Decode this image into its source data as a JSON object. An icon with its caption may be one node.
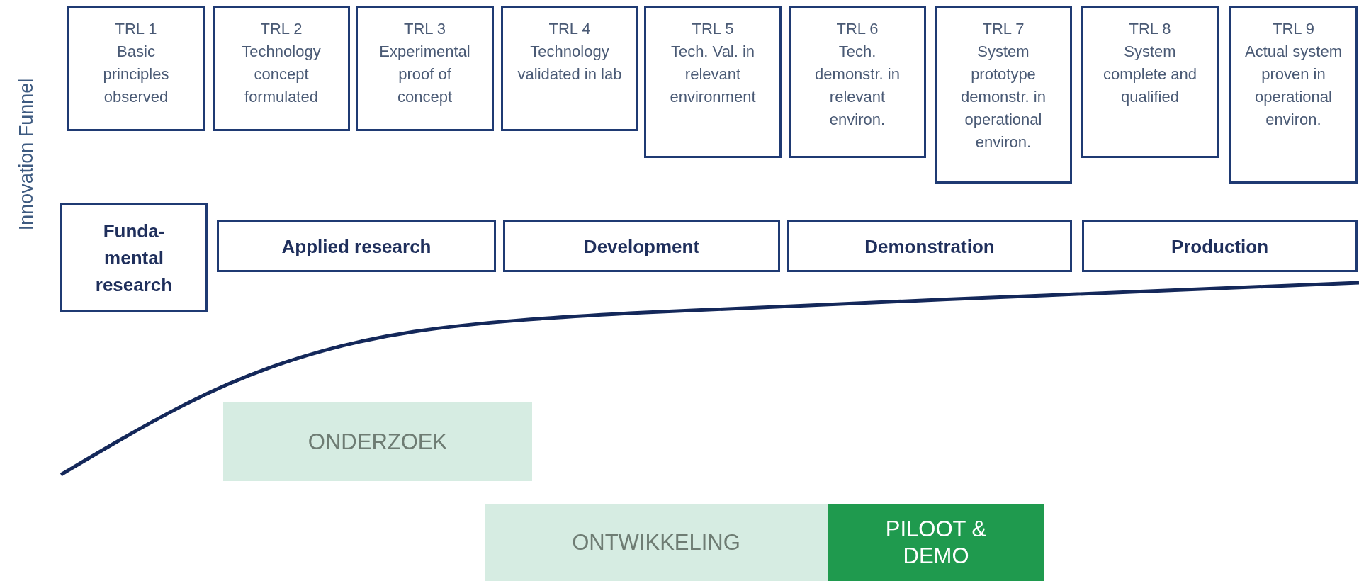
{
  "diagram": {
    "nodes": [
      {
        "text": [
          "TRL 1",
          "Basic principles observed"
        ]
      },
      {
        "text": [
          "TRL 2",
          "Technology concept formulated"
        ]
      },
      {
        "text": [
          "TRL 3",
          "Experimental proof of concept"
        ]
      },
      {
        "text": [
          "TRL 4",
          "Technology validated in lab"
        ]
      },
      {
        "text": [
          "TRL 5",
          "Tech. Val. in relevant environment"
        ]
      },
      {
        "text": [
          "TRL 6",
          "Tech. demonstr. in relevant environ."
        ]
      },
      {
        "text": [
          "TRL 7",
          "System prototype demonstr. in operational environ."
        ]
      },
      {
        "text": [
          "TRL 8",
          "System complete and qualified"
        ]
      },
      {
        "text": [
          "TRL 9",
          "Actual system proven in operational environ."
        ]
      },
      {
        "text": [
          "Funda- mental research"
        ]
      },
      {
        "text": [
          "Applied research"
        ]
      },
      {
        "text": [
          "Development"
        ]
      },
      {
        "text": [
          "Demonstration"
        ]
      },
      {
        "text": [
          "Production"
        ]
      },
      {
        "text": [
          "ONDERZOEK"
        ]
      },
      {
        "text": [
          "ONTWIKKELING"
        ]
      },
      {
        "text": [
          "PILOOT & DEMO"
        ]
      }
    ],
    "labels": [
      "Innovation Funnel"
    ]
  }
}
